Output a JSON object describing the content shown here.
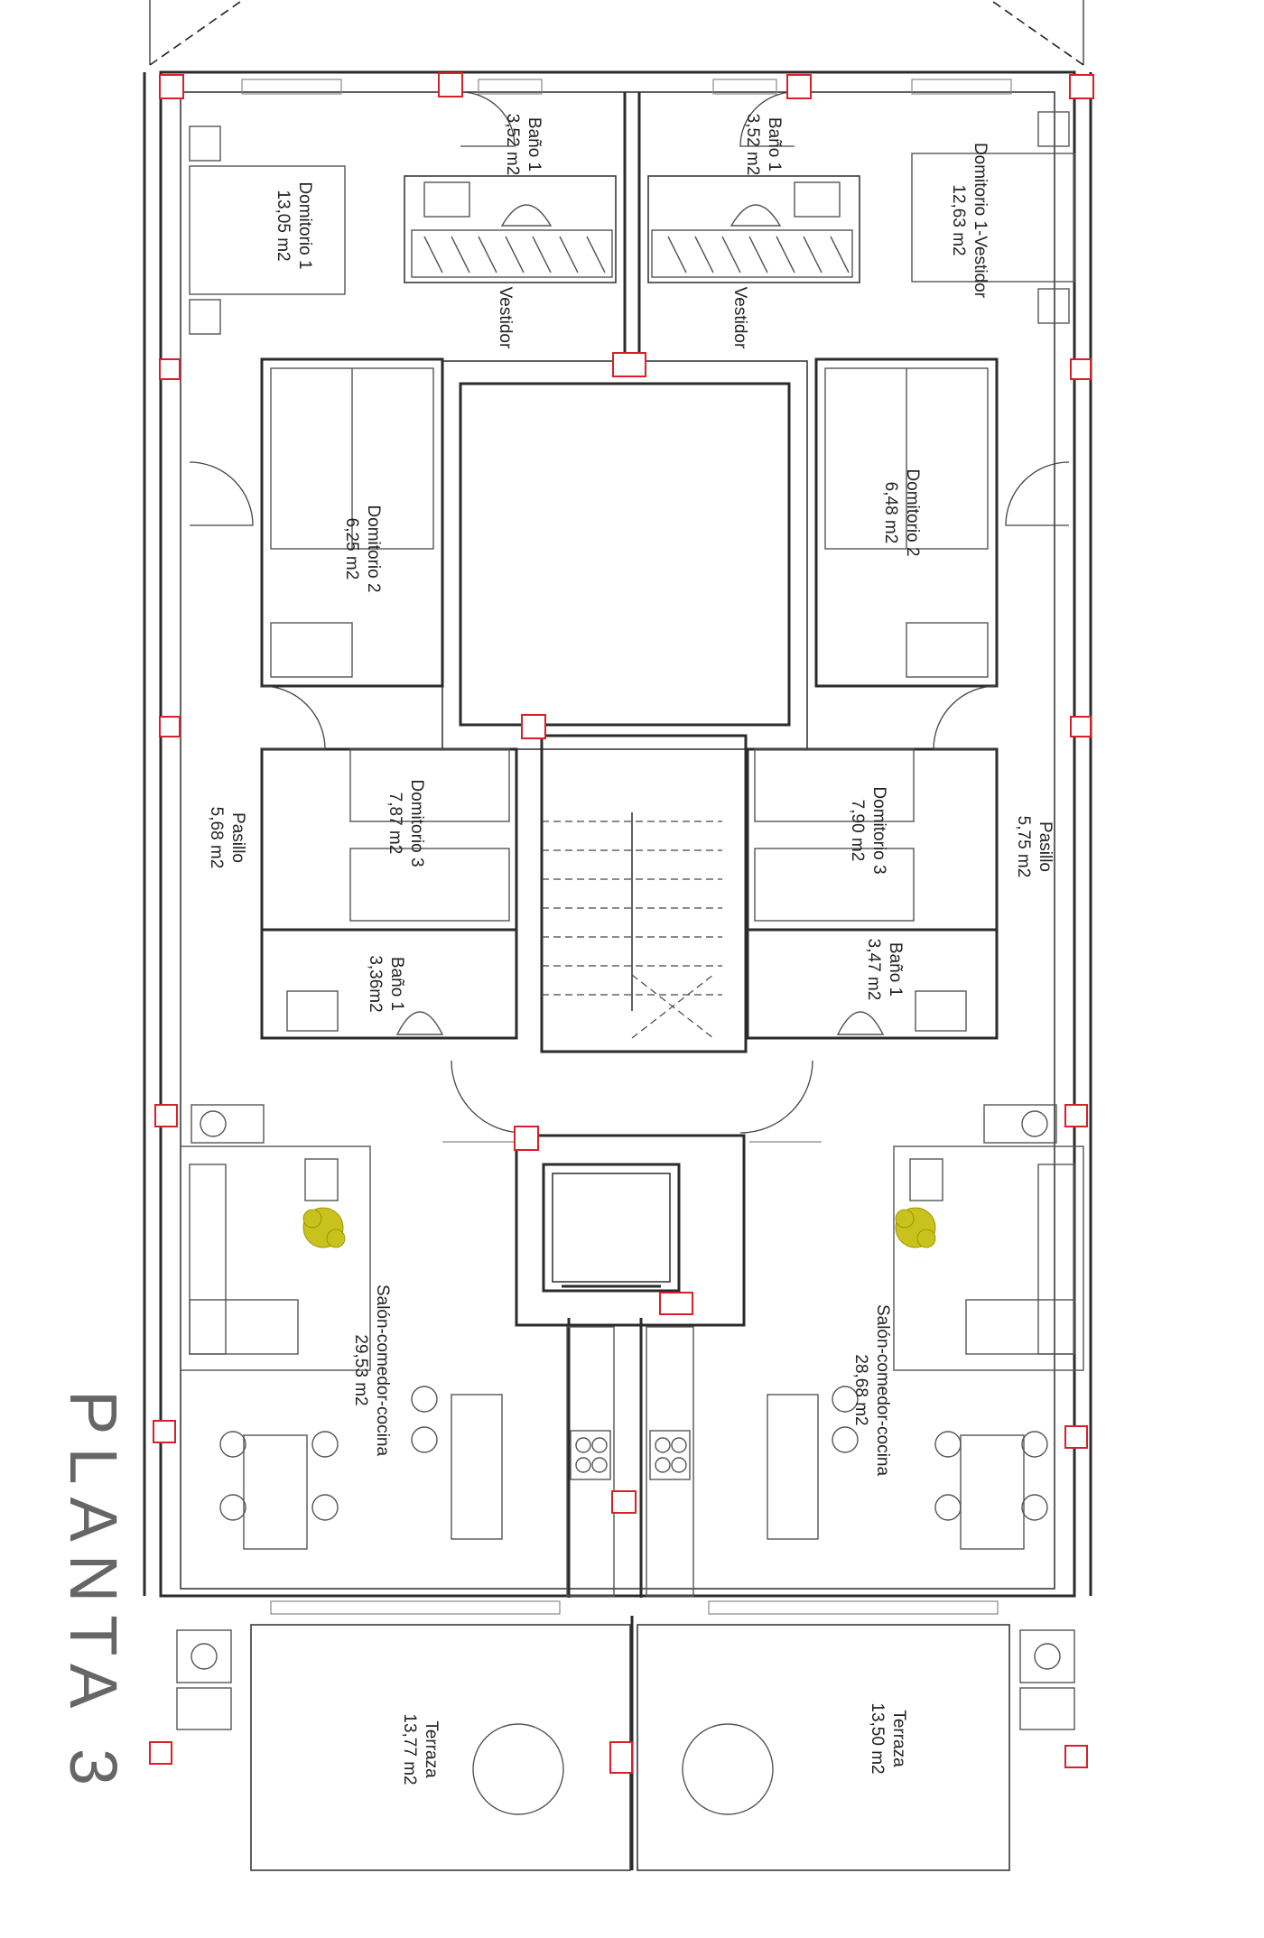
{
  "plan": {
    "title": "PLANTA 3",
    "rooms": [
      {
        "id": "dormitorio-1-left",
        "name": "Domitorio 1",
        "area": "13,05 m2"
      },
      {
        "id": "bano-1-top-left",
        "name": "Baño 1",
        "area": "3,52 m2"
      },
      {
        "id": "bano-1-top-right",
        "name": "Baño 1",
        "area": "3,52 m2"
      },
      {
        "id": "dormitorio-1-vestidor-right",
        "name": "Domitorio 1-Vestidor",
        "area": "12,63 m2"
      },
      {
        "id": "vestidor-left",
        "name": "Vestidor",
        "area": ""
      },
      {
        "id": "vestidor-right",
        "name": "Vestidor",
        "area": ""
      },
      {
        "id": "dormitorio-2-left",
        "name": "Domitorio 2",
        "area": "6,25 m2"
      },
      {
        "id": "dormitorio-2-right",
        "name": "Domitorio 2",
        "area": "6,48 m2"
      },
      {
        "id": "pasillo-left",
        "name": "Pasillo",
        "area": "5,68 m2"
      },
      {
        "id": "pasillo-right",
        "name": "Pasillo",
        "area": "5,75 m2"
      },
      {
        "id": "dormitorio-3-left",
        "name": "Domitorio 3",
        "area": "7,87 m2"
      },
      {
        "id": "dormitorio-3-right",
        "name": "Domitorio 3",
        "area": "7,90 m2"
      },
      {
        "id": "bano-1-mid-left",
        "name": "Baño 1",
        "area": "3,36m2"
      },
      {
        "id": "bano-1-mid-right",
        "name": "Baño 1",
        "area": "3,47 m2"
      },
      {
        "id": "salon-left",
        "name": "Salón-comedor-cocina",
        "area": "29,53 m2"
      },
      {
        "id": "salon-right",
        "name": "Salón-comedor-cocina",
        "area": "28,68 m2"
      },
      {
        "id": "terraza-left",
        "name": "Terraza",
        "area": "13,77 m2"
      },
      {
        "id": "terraza-right",
        "name": "Terraza",
        "area": "13,50 m2"
      }
    ]
  },
  "colors": {
    "walls": "#2b2b2b",
    "columns": "#d8202a",
    "plant": "#c9c21c",
    "title": "#666666"
  }
}
